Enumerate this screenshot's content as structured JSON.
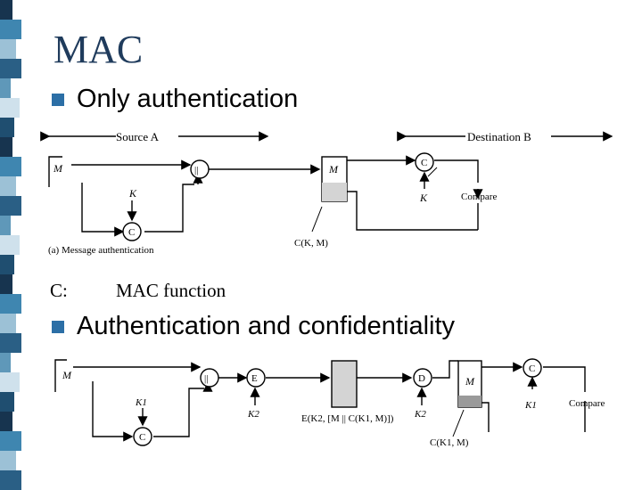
{
  "slide": {
    "title": "MAC",
    "bullet1": "Only authentication",
    "c_symbol": "C:",
    "c_desc": "MAC function",
    "bullet2": "Authentication and confidentiality"
  },
  "diagram1": {
    "source": "Source A",
    "destination": "Destination B",
    "m_left": "M",
    "m_right": "M",
    "k_left": "K",
    "k_right": "K",
    "concat": "||",
    "c_left": "C",
    "c_right": "C",
    "compare": "Compare",
    "ckm": "C(K, M)",
    "caption": "(a) Message authentication"
  },
  "diagram2": {
    "m_left": "M",
    "concat": "||",
    "e": "E",
    "d": "D",
    "k1_left": "K1",
    "k2_left": "K2",
    "k2_right": "K2",
    "k1_right": "K1",
    "c_left": "C",
    "c_right": "C",
    "m_right": "M",
    "compare": "Compare",
    "enc": "E(K2, [M || C(K1, M)])",
    "ck1m": "C(K1, M)"
  },
  "colors": {
    "stripe": [
      "#17344f",
      "#3f86b0",
      "#9cc1d6",
      "#2a5f85",
      "#5f98b9",
      "#cfe1ec",
      "#1f4e70"
    ],
    "bullet": "#2c6fa6",
    "title": "#1f3b5c",
    "box_fill": "#d4d4d4"
  }
}
